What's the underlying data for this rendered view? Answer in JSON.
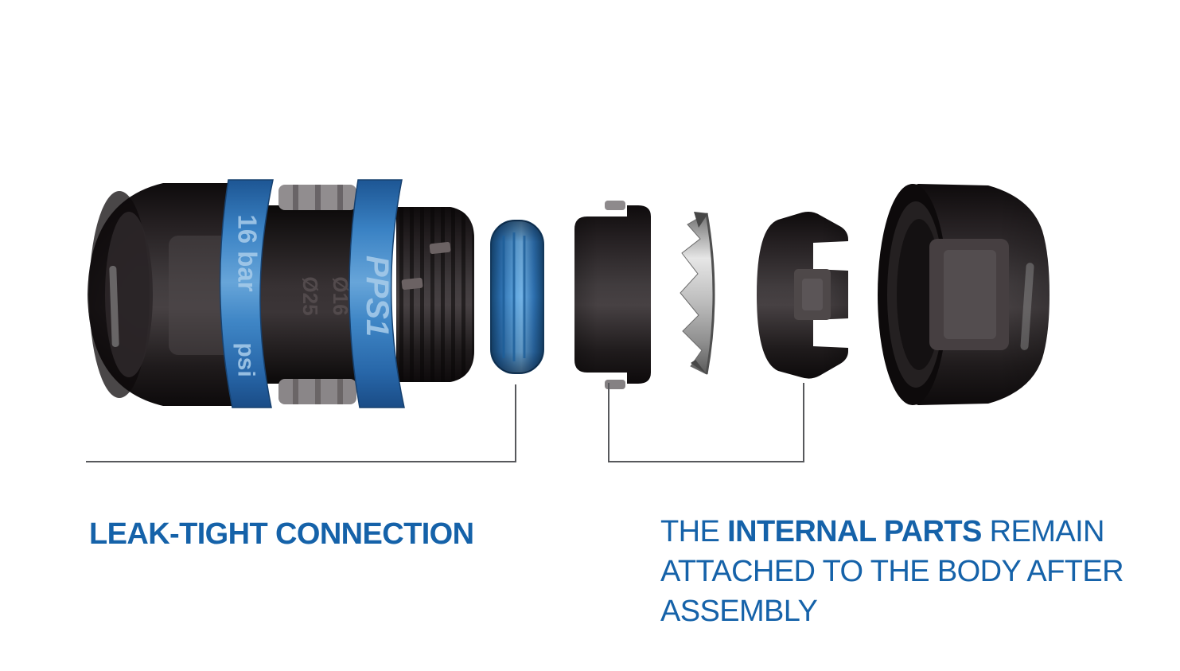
{
  "captions": {
    "left": "LEAK-TIGHT CONNECTION",
    "right": {
      "line1_pre": "THE ",
      "line1_bold": "INTERNAL PARTS",
      "line1_post": " REMAIN",
      "line2": "ATTACHED TO THE BODY AFTER",
      "line3": "ASSEMBLY"
    }
  },
  "fitting_markings": {
    "pressure_rating": "16 bar",
    "pressure_unit": "psi",
    "product_series": "PPS1",
    "diameter_marking": "Ø25",
    "diameter_marking_secondary": "Ø16"
  },
  "parts": [
    {
      "name": "coupler-body"
    },
    {
      "name": "blue-seal-oring"
    },
    {
      "name": "bushing"
    },
    {
      "name": "stainless-grip-ring"
    },
    {
      "name": "clamp-ring"
    },
    {
      "name": "end-nut"
    }
  ],
  "colors": {
    "caption_blue": "#1562a9",
    "band_blue": "#2e77b8",
    "gasket_blue": "#3d8ccb",
    "leader_gray": "#57585c",
    "metal_silver": "#c9c9c9",
    "body_dark": "#2b2627",
    "background": "#ffffff"
  }
}
